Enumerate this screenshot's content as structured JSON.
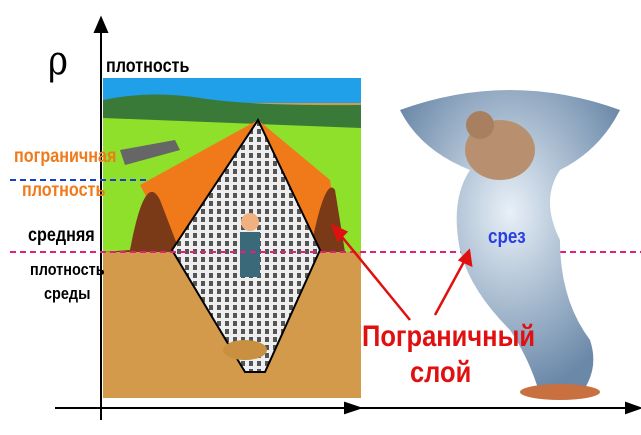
{
  "axis": {
    "y_symbol": "ρ",
    "y_title": "плотность"
  },
  "labels": {
    "boundary_density_1": "пограничная",
    "boundary_density_2": "плотность",
    "avg_1": "средняя",
    "avg_2": "плотность",
    "avg_3": "среды",
    "cut": "срез",
    "boundary_layer_1": "Пограничный",
    "boundary_layer_2": "слой"
  },
  "colors": {
    "orange": "#f07a1a",
    "blue_line": "#1a3fd0",
    "magenta_line": "#e0207a",
    "red": "#e01010",
    "cut": "#2a40e0"
  }
}
